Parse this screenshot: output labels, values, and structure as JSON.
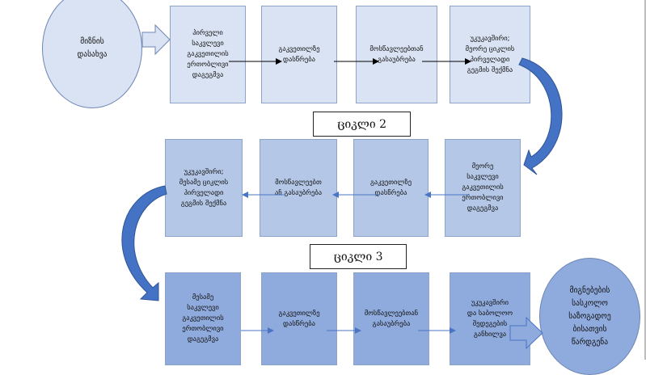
{
  "start": "მიზნის\nდასახვა",
  "cycle_labels": {
    "c2": "ციკლი 2",
    "c3": "ციკლი 3"
  },
  "row1": [
    "პირველი\nსაკვლევი\nგაკვეთილის\nერთობლივი\nდაგეგმვა",
    "გაკვეთილზე\nდასწრება",
    "მოსწავლეებთან\nგასაუბრება",
    "უკუკავშირი;\nმეორე ციკლის\nპირველადი\nგეგმის შექმნა"
  ],
  "row2": [
    "მეორე\nსაკვლევი\nგაკვეთილის\nერთობლივი\nდაგეგმვა",
    "გაკვეთილზე\nდასწრება",
    "მოსწავლეებთ\nან გასაუბრება",
    "უკუკავშირი;\nმესამე ციკლის\nპირველადი\nგეგმის შექმნა"
  ],
  "row3": [
    "მესამე\nსაკვლევი\nგაკვეთილის\nერთობლივი\nდაგეგმვა",
    "გაკვეთილზე\nდასწრება",
    "მოსწავლეებთან\nგასაუბრება",
    "უკუკავშირი\nდა საბოლოო\nშედეგების\nგანხილვა"
  ],
  "end": "მიგნებების\nსასკოლო\nსაზოგადოე\nბისათვის\nწარდგენა"
}
